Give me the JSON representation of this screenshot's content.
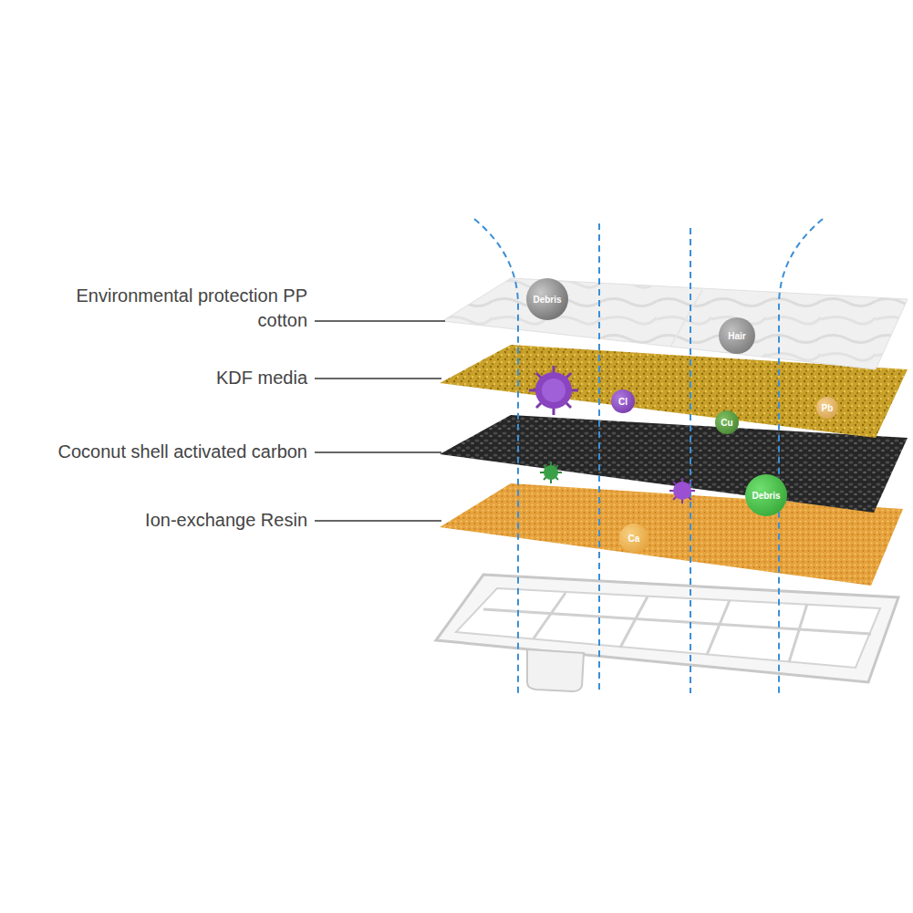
{
  "diagram": {
    "nodes": [
      {
        "text": [
          "Debris"
        ]
      },
      {
        "text": [
          "Hair"
        ]
      },
      {
        "text": [
          "Cl"
        ]
      },
      {
        "text": [
          "Cu"
        ]
      },
      {
        "text": [
          "Pb"
        ]
      },
      {
        "text": [
          "Debris"
        ]
      },
      {
        "text": [
          "Ca"
        ]
      }
    ],
    "labels": [
      "Environmental protection PP cotton",
      "KDF media",
      "Coconut shell activated carbon",
      "Ion-exchange Resin"
    ]
  }
}
